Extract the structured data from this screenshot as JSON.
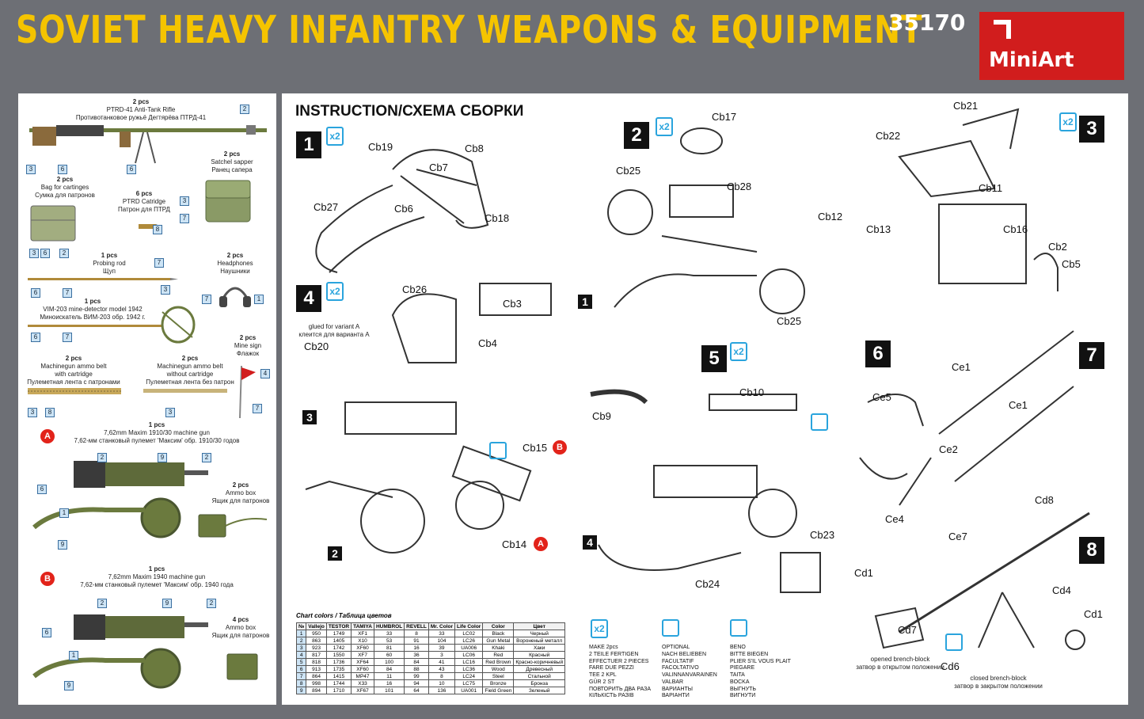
{
  "header": {
    "title": "SOVIET HEAVY INFANTRY WEAPONS & EQUIPMENT",
    "code": "35170",
    "logo": "MiniArt"
  },
  "left": {
    "items": [
      {
        "qty": "2 pcs",
        "l1": "PTRD-41 Anti-Tank Rifle",
        "l2": "Противотанковое ружьё Дегтярёва ПТРД-41"
      },
      {
        "qty": "2 pcs",
        "l1": "Satchel sapper",
        "l2": "Ранец сапера"
      },
      {
        "qty": "2 pcs",
        "l1": "Bag for cartinges",
        "l2": "Сумка для патронов"
      },
      {
        "qty": "6 pcs",
        "l1": "PTRD Catridge",
        "l2": "Патрон для ПТРД"
      },
      {
        "qty": "1 pcs",
        "l1": "Probing rod",
        "l2": "Щуп"
      },
      {
        "qty": "2 pcs",
        "l1": "Headphones",
        "l2": "Наушники"
      },
      {
        "qty": "1 pcs",
        "l1": "VIM-203 mine-detector model 1942",
        "l2": "Миноискатель ВИМ-203 обр. 1942 г."
      },
      {
        "qty": "2 pcs",
        "l1": "Machinegun ammo belt",
        "l2": "with cartridge",
        "l3": "Пулеметная лента с патронами"
      },
      {
        "qty": "2 pcs",
        "l1": "Machinegun ammo belt",
        "l2": "without cartridge",
        "l3": "Пулеметная лента без патрон"
      },
      {
        "qty": "2 pcs",
        "l1": "Mine sign",
        "l2": "Флажок"
      },
      {
        "qty": "1 pcs",
        "l1": "7,62mm Maxim 1910/30 machine gun",
        "l2": "7,62-мм станковый пулемет 'Максим' обр. 1910/30 годов"
      },
      {
        "qty": "2 pcs",
        "l1": "Ammo box",
        "l2": "Ящик для патронов"
      },
      {
        "qty": "1 pcs",
        "l1": "7,62mm Maxim 1940 machine gun",
        "l2": "7,62-мм станковый пулемет 'Максим' обр. 1940 года"
      },
      {
        "qty": "4 pcs",
        "l1": "Ammo box",
        "l2": "Ящик для патронов"
      }
    ],
    "variant_a": "A",
    "variant_b": "B"
  },
  "instruction": {
    "title": "INSTRUCTION/СХЕМА СБОРКИ",
    "x2": "x2",
    "steps": [
      "1",
      "2",
      "3",
      "4",
      "5",
      "6",
      "7",
      "8"
    ],
    "glued_note": [
      "glued for variant A",
      "клеится для варианта A"
    ],
    "brench_open": [
      "opened brench-block",
      "затвор в открытом положении"
    ],
    "brench_closed": [
      "closed brench-block",
      "затвор в закрытом положении"
    ],
    "parts": [
      "Cb19",
      "Cb8",
      "Cb7",
      "Cb6",
      "Cb27",
      "Cb18",
      "Cb17",
      "Cb25",
      "Cb28",
      "Cb25",
      "Cb21",
      "Cb22",
      "Cb11",
      "Cb12",
      "Cb13",
      "Cb16",
      "Cb2",
      "Cb5",
      "Cb26",
      "Cb3",
      "Cb20",
      "Cb4",
      "Cb15",
      "Cb14",
      "Cb10",
      "Cb9",
      "Cb23",
      "Cb24",
      "Ce1",
      "Ce5",
      "Ce2",
      "Ce4",
      "Ce7",
      "Ce1",
      "Cd8",
      "Cd1",
      "Cd4",
      "Cd1",
      "Cd7",
      "Cd6"
    ]
  },
  "legend": {
    "make": [
      "MAKE 2pcs",
      "2 TEILE FERTIGEN",
      "EFFECTUER 2 PIECES",
      "FARE DUE PEZZI",
      "TEE 2 KPL",
      "GÜR 2 ST",
      "ПОВТОРИТЬ ДВА РАЗА",
      "КІЛЬКІСТЬ РАЗІВ"
    ],
    "optional": [
      "OPTIONAL",
      "NACH BELIEBEN",
      "FACULTATIF",
      "FACOLTATIVO",
      "VALINNANVARAINEN",
      "VALBAR",
      "ВАРИАНТЫ",
      "ВАРІАНТИ"
    ],
    "bend": [
      "BENO",
      "BITTE BIEGEN",
      "PLIER S'IL VOUS PLAIT",
      "PIEGARE",
      "TAITA",
      "BOCKA",
      "ВЫГНУТЬ",
      "ВИГНУТИ"
    ]
  },
  "colors_table": {
    "title": "Chart colors / Таблица цветов",
    "headers": [
      "№",
      "Vallejo",
      "TESTOR",
      "TAMIYA",
      "HUMBROL",
      "REVELL",
      "Mr. Color",
      "Life Color",
      "Color",
      "Цвет"
    ],
    "rows": [
      [
        "1",
        "950",
        "1749",
        "XF1",
        "33",
        "8",
        "33",
        "LC02",
        "Black",
        "Черный"
      ],
      [
        "2",
        "863",
        "1405",
        "X10",
        "53",
        "91",
        "104",
        "LC26",
        "Gun Metal",
        "Вороненый металл"
      ],
      [
        "3",
        "923",
        "1742",
        "XF60",
        "81",
        "16",
        "39",
        "UA006",
        "Khaki",
        "Хаки"
      ],
      [
        "4",
        "817",
        "1550",
        "XF7",
        "60",
        "36",
        "3",
        "LC06",
        "Red",
        "Красный"
      ],
      [
        "5",
        "818",
        "1736",
        "XF64",
        "100",
        "84",
        "41",
        "LC16",
        "Red Brown",
        "Красно-коричневый"
      ],
      [
        "6",
        "913",
        "1735",
        "XF60",
        "84",
        "88",
        "43",
        "LC36",
        "Wood",
        "Древесный"
      ],
      [
        "7",
        "864",
        "1415",
        "MP47",
        "11",
        "99",
        "8",
        "LC24",
        "Steel",
        "Стальной"
      ],
      [
        "8",
        "998",
        "1744",
        "X33",
        "16",
        "94",
        "10",
        "LC75",
        "Bronze",
        "Бронза"
      ],
      [
        "9",
        "894",
        "1710",
        "XF67",
        "101",
        "64",
        "136",
        "UA001",
        "Field Green",
        "Зеленый"
      ]
    ]
  },
  "colors": {
    "title_yellow": "#f5c400",
    "brand_red": "#d11d1d",
    "accent_blue": "#2aa4dd",
    "background": "#6d6f75"
  }
}
